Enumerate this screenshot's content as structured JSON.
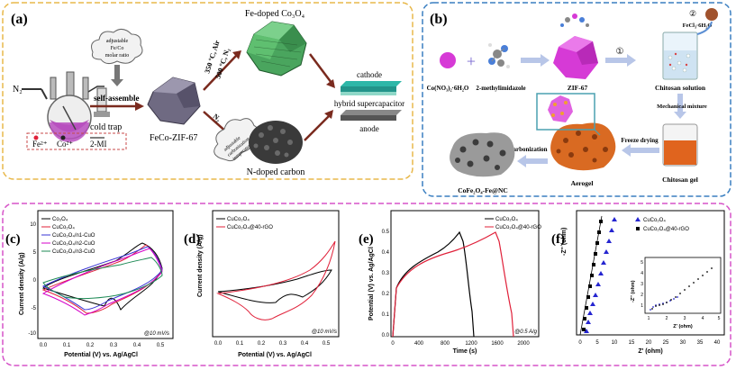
{
  "panel_a": {
    "label": "(a)",
    "n2": "N₂",
    "cloud1": [
      "adjustable",
      "Fe/Co",
      "molar ratio"
    ],
    "self_assemble": "self-assemble",
    "cold_trap": "cold trap",
    "legend": [
      "Fe²⁺",
      "Co²⁺",
      "2-MI"
    ],
    "zif": "FeCo-ZIF-67",
    "cond_top": [
      "350 °C, Air",
      "500 °C, N₂"
    ],
    "cond_bot": "N₂",
    "cloud2": [
      "adjustable",
      "carbonization",
      "temperature"
    ],
    "fe_doped": "Fe-doped Co₃O₄",
    "n_doped": "N-doped carbon",
    "cathode": "cathode",
    "hybrid": "hybrid supercapacitor",
    "anode": "anode"
  },
  "panel_b": {
    "label": "(b)",
    "co_salt": "Co(NO₃)₂·6H₂O",
    "mim": "2-methylimidazole",
    "zif67": "ZIF-67",
    "step1": "①",
    "step2": "②",
    "fecl3": "FeCl₃·6H₂O",
    "chitosan_solution": "Chitosan solution",
    "mechanical": "Mechanical mixture",
    "chitosan_gel": "Chitosan gel",
    "freeze_drying": "Freeze drying",
    "aerogel": "Aerogel",
    "carbonization": "Carbonization",
    "product": "CoFe₂O₄-Fe@NC"
  },
  "panel_c": {
    "label": "(c)",
    "ylabel": "Current density (A/g)",
    "xlabel": "Potential (V) vs. Ag/AgCl",
    "note": "@10 mV/s",
    "xticks": [
      "0.0",
      "0.1",
      "0.2",
      "0.3",
      "0.4",
      "0.5"
    ],
    "yticks": [
      "10",
      "5",
      "0",
      "-5",
      "-10"
    ],
    "legend": [
      "Co₃O₄",
      "CuCo₂O₄",
      "CuCo₂O₄/n1-CuO",
      "CuCo₂O₄/n2-CuO",
      "CuCo₂O₄/n3-CuO"
    ],
    "colors": [
      "#000000",
      "#e0213a",
      "#3a35d6",
      "#d400c8",
      "#1d8a55"
    ]
  },
  "panel_d": {
    "label": "(d)",
    "ylabel": "Current density (A/g)",
    "xlabel": "Potential (V) vs. Ag/AgCl",
    "note": "@10 mV/s",
    "xticks": [
      "0.0",
      "0.1",
      "0.2",
      "0.3",
      "0.4",
      "0.5"
    ],
    "legend": [
      "CuCo₂O₄",
      "CuCo₂O₄@40-rGO"
    ],
    "colors": [
      "#000000",
      "#e0213a"
    ]
  },
  "panel_e": {
    "label": "(e)",
    "ylabel": "Potential (V) vs. Ag/AgCl",
    "xlabel": "Time (s)",
    "note": "@0.5 A/g",
    "xticks": [
      "0",
      "400",
      "800",
      "1200",
      "1600",
      "2000"
    ],
    "yticks": [
      "0.5",
      "0.4",
      "0.3",
      "0.2",
      "0.1",
      "0.0"
    ],
    "legend": [
      "CuCo₂O₄",
      "CuCo₂O₄@40-rGO"
    ],
    "colors": [
      "#000000",
      "#e0213a"
    ]
  },
  "panel_f": {
    "label": "(f)",
    "ylabel": "-Z'' (ohm)",
    "xlabel": "Z' (ohm)",
    "xticks": [
      "0",
      "5",
      "10",
      "15",
      "20",
      "25",
      "30",
      "35",
      "40"
    ],
    "inset_ylabel": "-Z'' (ohm)",
    "inset_xlabel": "Z' (ohm)",
    "inset_xticks": [
      "1",
      "2",
      "3",
      "4",
      "5"
    ],
    "inset_yticks": [
      "5",
      "4",
      "3",
      "2",
      "1"
    ],
    "legend": [
      "CuCo₂O₄",
      "CuCo₂O₄@40-rGO"
    ],
    "colors": [
      "#2525d0",
      "#000000"
    ]
  }
}
